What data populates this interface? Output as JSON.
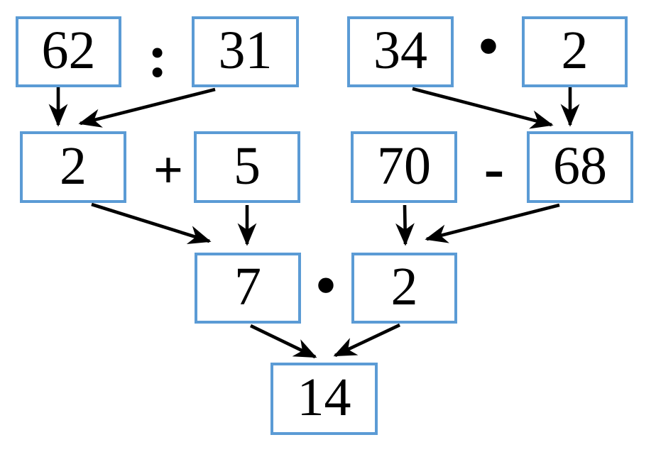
{
  "diagram_type": "arithmetic-operation-chain",
  "style": {
    "background": "#ffffff",
    "box_border_color": "#5b9bd5",
    "number_color": "#000000",
    "arrow_color": "#000000"
  },
  "nodes": {
    "row1": {
      "left_a": "62",
      "left_b": "31",
      "right_a": "34",
      "right_b": "2"
    },
    "row2": {
      "left_a": "2",
      "left_b": "5",
      "right_a": "70",
      "right_b": "68"
    },
    "row3": {
      "a": "7",
      "b": "2"
    },
    "row4": {
      "result": "14"
    }
  },
  "operators": {
    "row1_left": ":",
    "row1_right": "·",
    "row2_left": "+",
    "row2_right": "-",
    "row3": "·"
  },
  "edges": [
    {
      "from": "62 (row1)",
      "to": "2 (row2)"
    },
    {
      "from": "31 (row1)",
      "to": "2 (row2)"
    },
    {
      "from": "34 (row1)",
      "to": "68 (row2)"
    },
    {
      "from": "2 (row1)",
      "to": "68 (row2)"
    },
    {
      "from": "2 (row2)",
      "to": "7 (row3)"
    },
    {
      "from": "5 (row2)",
      "to": "7 (row3)"
    },
    {
      "from": "70 (row2)",
      "to": "2 (row3)"
    },
    {
      "from": "68 (row2)",
      "to": "2 (row3)"
    },
    {
      "from": "7 (row3)",
      "to": "14 (row4)"
    },
    {
      "from": "2 (row3)",
      "to": "14 (row4)"
    }
  ]
}
